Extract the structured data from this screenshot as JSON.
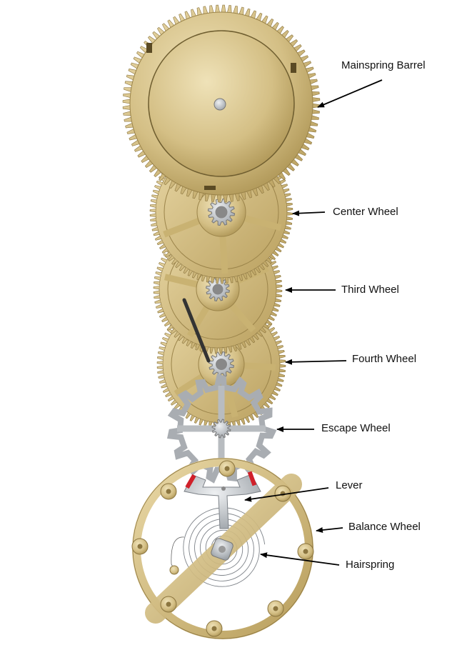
{
  "labels": {
    "mainspring_barrel": "Mainspring Barrel",
    "center_wheel": "Center Wheel",
    "third_wheel": "Third Wheel",
    "fourth_wheel": "Fourth Wheel",
    "escape_wheel": "Escape Wheel",
    "lever": "Lever",
    "balance_wheel": "Balance Wheel",
    "hairspring": "Hairspring"
  },
  "colors": {
    "brass": "#d4bf85",
    "brass_dark": "#a88f4e",
    "steel": "#b8bcc0",
    "jewel": "#d0202a",
    "arrow": "#000000"
  }
}
